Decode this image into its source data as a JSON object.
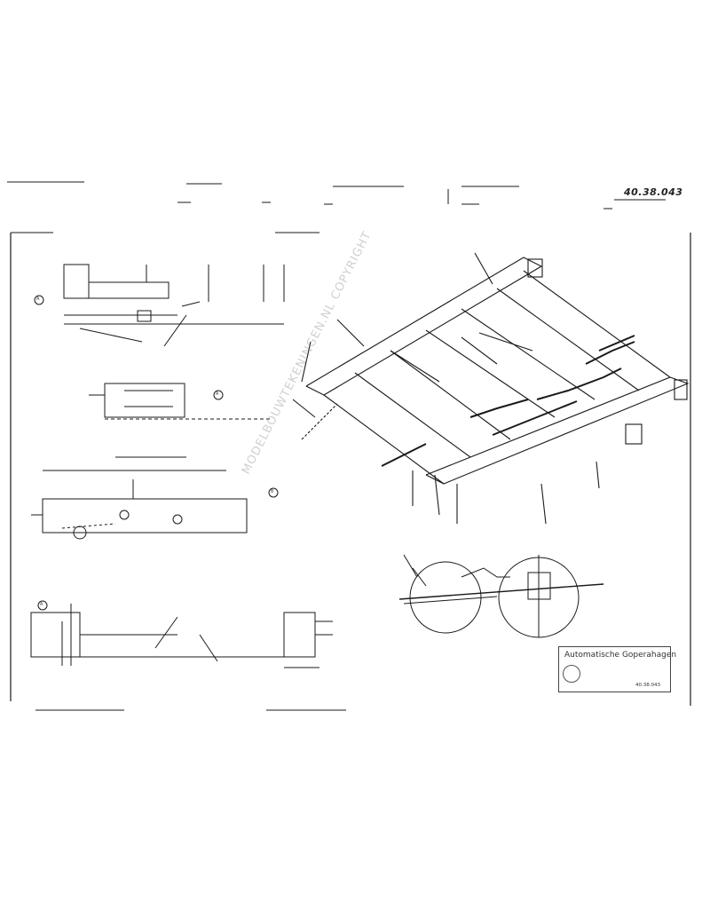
{
  "drawing_number": "40.38.043",
  "watermark": "MODELBOUWTEKENINGEN.NL COPYRIGHT",
  "title_block": {
    "title": "Automatische Goperahagen",
    "drawing_number": "40.38.043"
  },
  "detail_marks": [
    "A",
    "A",
    "B",
    "A"
  ],
  "colors": {
    "ink": "#1a1a1a",
    "watermark": "#969696",
    "paper": "#ffffff"
  }
}
